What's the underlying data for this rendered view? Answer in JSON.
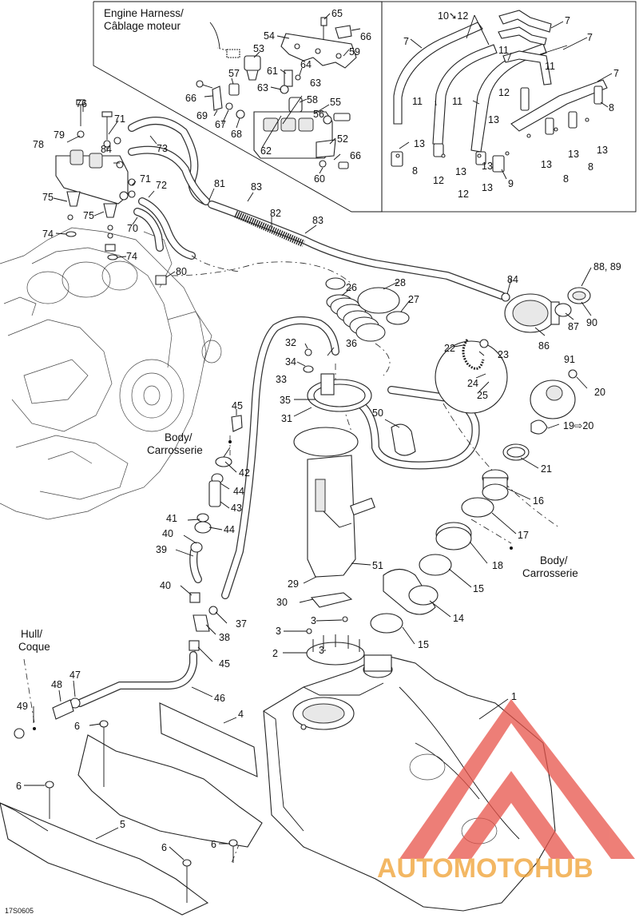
{
  "diagram": {
    "ref_code": "17S0605",
    "notes": {
      "engine_harness": [
        "Engine Harness/",
        "Câblage moteur"
      ],
      "body_left": [
        "Body/",
        "Carrosserie"
      ],
      "body_right": [
        "Body/",
        "Carrosserie"
      ],
      "hull": [
        "Hull/",
        "Coque"
      ]
    },
    "callouts": {
      "c65": "65",
      "c66a": "66",
      "c54": "54",
      "c59": "59",
      "c53": "53",
      "c61": "61",
      "c64": "64",
      "c57": "57",
      "c63a": "63",
      "c63b": "63",
      "c58": "58",
      "c55": "55",
      "c66b": "66",
      "c69": "69",
      "c67": "67",
      "c56": "56",
      "c68": "68",
      "c62": "62",
      "c52": "52",
      "c66c": "66",
      "c60": "60",
      "c1012": "10➘12",
      "c7a": "7",
      "c7b": "7",
      "c7c": "7",
      "c7d": "7",
      "c11a": "11",
      "c11b": "11",
      "c11c": "11",
      "c11d": "11",
      "c12a": "12",
      "c12b": "12",
      "c12c": "12",
      "c8a": "8",
      "c8b": "8",
      "c8c": "8",
      "c8d": "8",
      "c13a": "13",
      "c13b": "13",
      "c13c": "13",
      "c13d": "13",
      "c13e": "13",
      "c13f": "13",
      "c13g": "13",
      "c13h": "13",
      "c9": "9",
      "c76": "76",
      "c71a": "71",
      "c79": "79",
      "c78": "78",
      "c84a": "84",
      "c73": "73",
      "c71b": "71",
      "c72": "72",
      "c75a": "75",
      "c75b": "75",
      "c74a": "74",
      "c74b": "74",
      "c70": "70",
      "c80": "80",
      "c81": "81",
      "c83a": "83",
      "c82": "82",
      "c83b": "83",
      "c26": "26",
      "c28": "28",
      "c27": "27",
      "c84b": "84",
      "c8889": "88, 89",
      "c90": "90",
      "c87": "87",
      "c86": "86",
      "c91": "91",
      "c32": "32",
      "c36": "36",
      "c34": "34",
      "c33": "33",
      "c23": "23",
      "c22": "22",
      "c24": "24",
      "c25": "25",
      "c20": "20",
      "c35": "35",
      "c31": "31",
      "c50": "50",
      "c1920": "19⇨20",
      "c45a": "45",
      "c42": "42",
      "c44a": "44",
      "c43": "43",
      "c41": "41",
      "c44b": "44",
      "c40a": "40",
      "c39": "39",
      "c40b": "40",
      "c37": "37",
      "c38": "38",
      "c45b": "45",
      "c21": "21",
      "c16": "16",
      "c17": "17",
      "c18": "18",
      "c51": "51",
      "c29": "29",
      "c30": "30",
      "c15a": "15",
      "c14": "14",
      "c3a": "3",
      "c3b": "3",
      "c3c": "3",
      "c2": "2",
      "c15b": "15",
      "c47": "47",
      "c48": "48",
      "c49": "49",
      "c46": "46",
      "c4": "4",
      "c6a": "6",
      "c1": "1",
      "c6b": "6",
      "c5": "5",
      "c6c": "6",
      "c6d": "6"
    }
  },
  "watermark": {
    "brand_text": "AUTOMOTOHUB",
    "color_red": "#e8544a",
    "color_orange": "#f0a030",
    "color_grey": "#777777"
  }
}
